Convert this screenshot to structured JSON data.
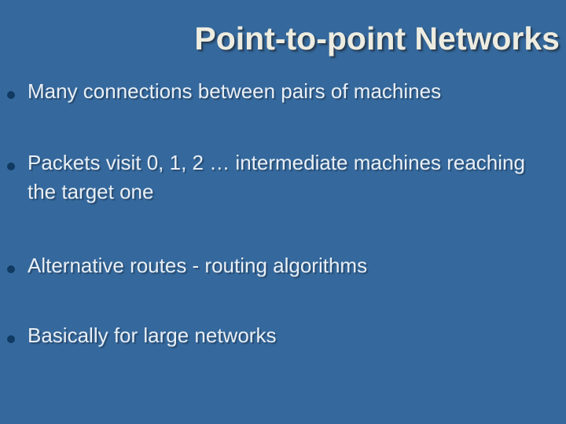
{
  "slide": {
    "title": "Point-to-point Networks",
    "bullets": [
      "Many connections between pairs of machines",
      "Packets visit 0, 1, 2 … intermediate machines reaching the target one",
      "Alternative routes - routing algorithms",
      "Basically for large networks"
    ],
    "colors": {
      "background": "#35699D",
      "title_text": "#EDECE0",
      "body_text": "#E9EFF5",
      "bullet_dot": "#103A62"
    }
  }
}
